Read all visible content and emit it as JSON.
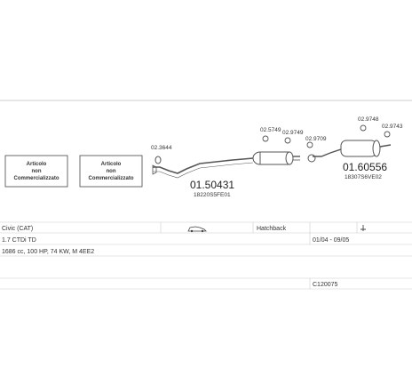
{
  "not_for_sale_boxes": [
    {
      "line1": "Articolo",
      "line2": "non",
      "line3": "Commercializzato"
    },
    {
      "line1": "Articolo",
      "line2": "non",
      "line3": "Commercializzato"
    }
  ],
  "parts": {
    "front_pipe_clamp": "02.3644",
    "middle_pipe": {
      "number": "01.50431",
      "oem": "18220S5FE01"
    },
    "rear_box": {
      "number": "01.60556",
      "oem": "18307S6VE02"
    },
    "hangers": [
      "02.5749",
      "02.9749",
      "02.9709",
      "02.9748",
      "02.9743"
    ]
  },
  "info_table": {
    "model": "Civic (CAT)",
    "engine": "1.7 CTDi TD",
    "body_type": "Hatchback",
    "period": "01/04 - 09/05",
    "spec": "1686 cc, 100 HP, 74 KW, M 4EE2",
    "code": "C120075"
  },
  "colors": {
    "line": "#555555",
    "grid": "#cccccc"
  }
}
